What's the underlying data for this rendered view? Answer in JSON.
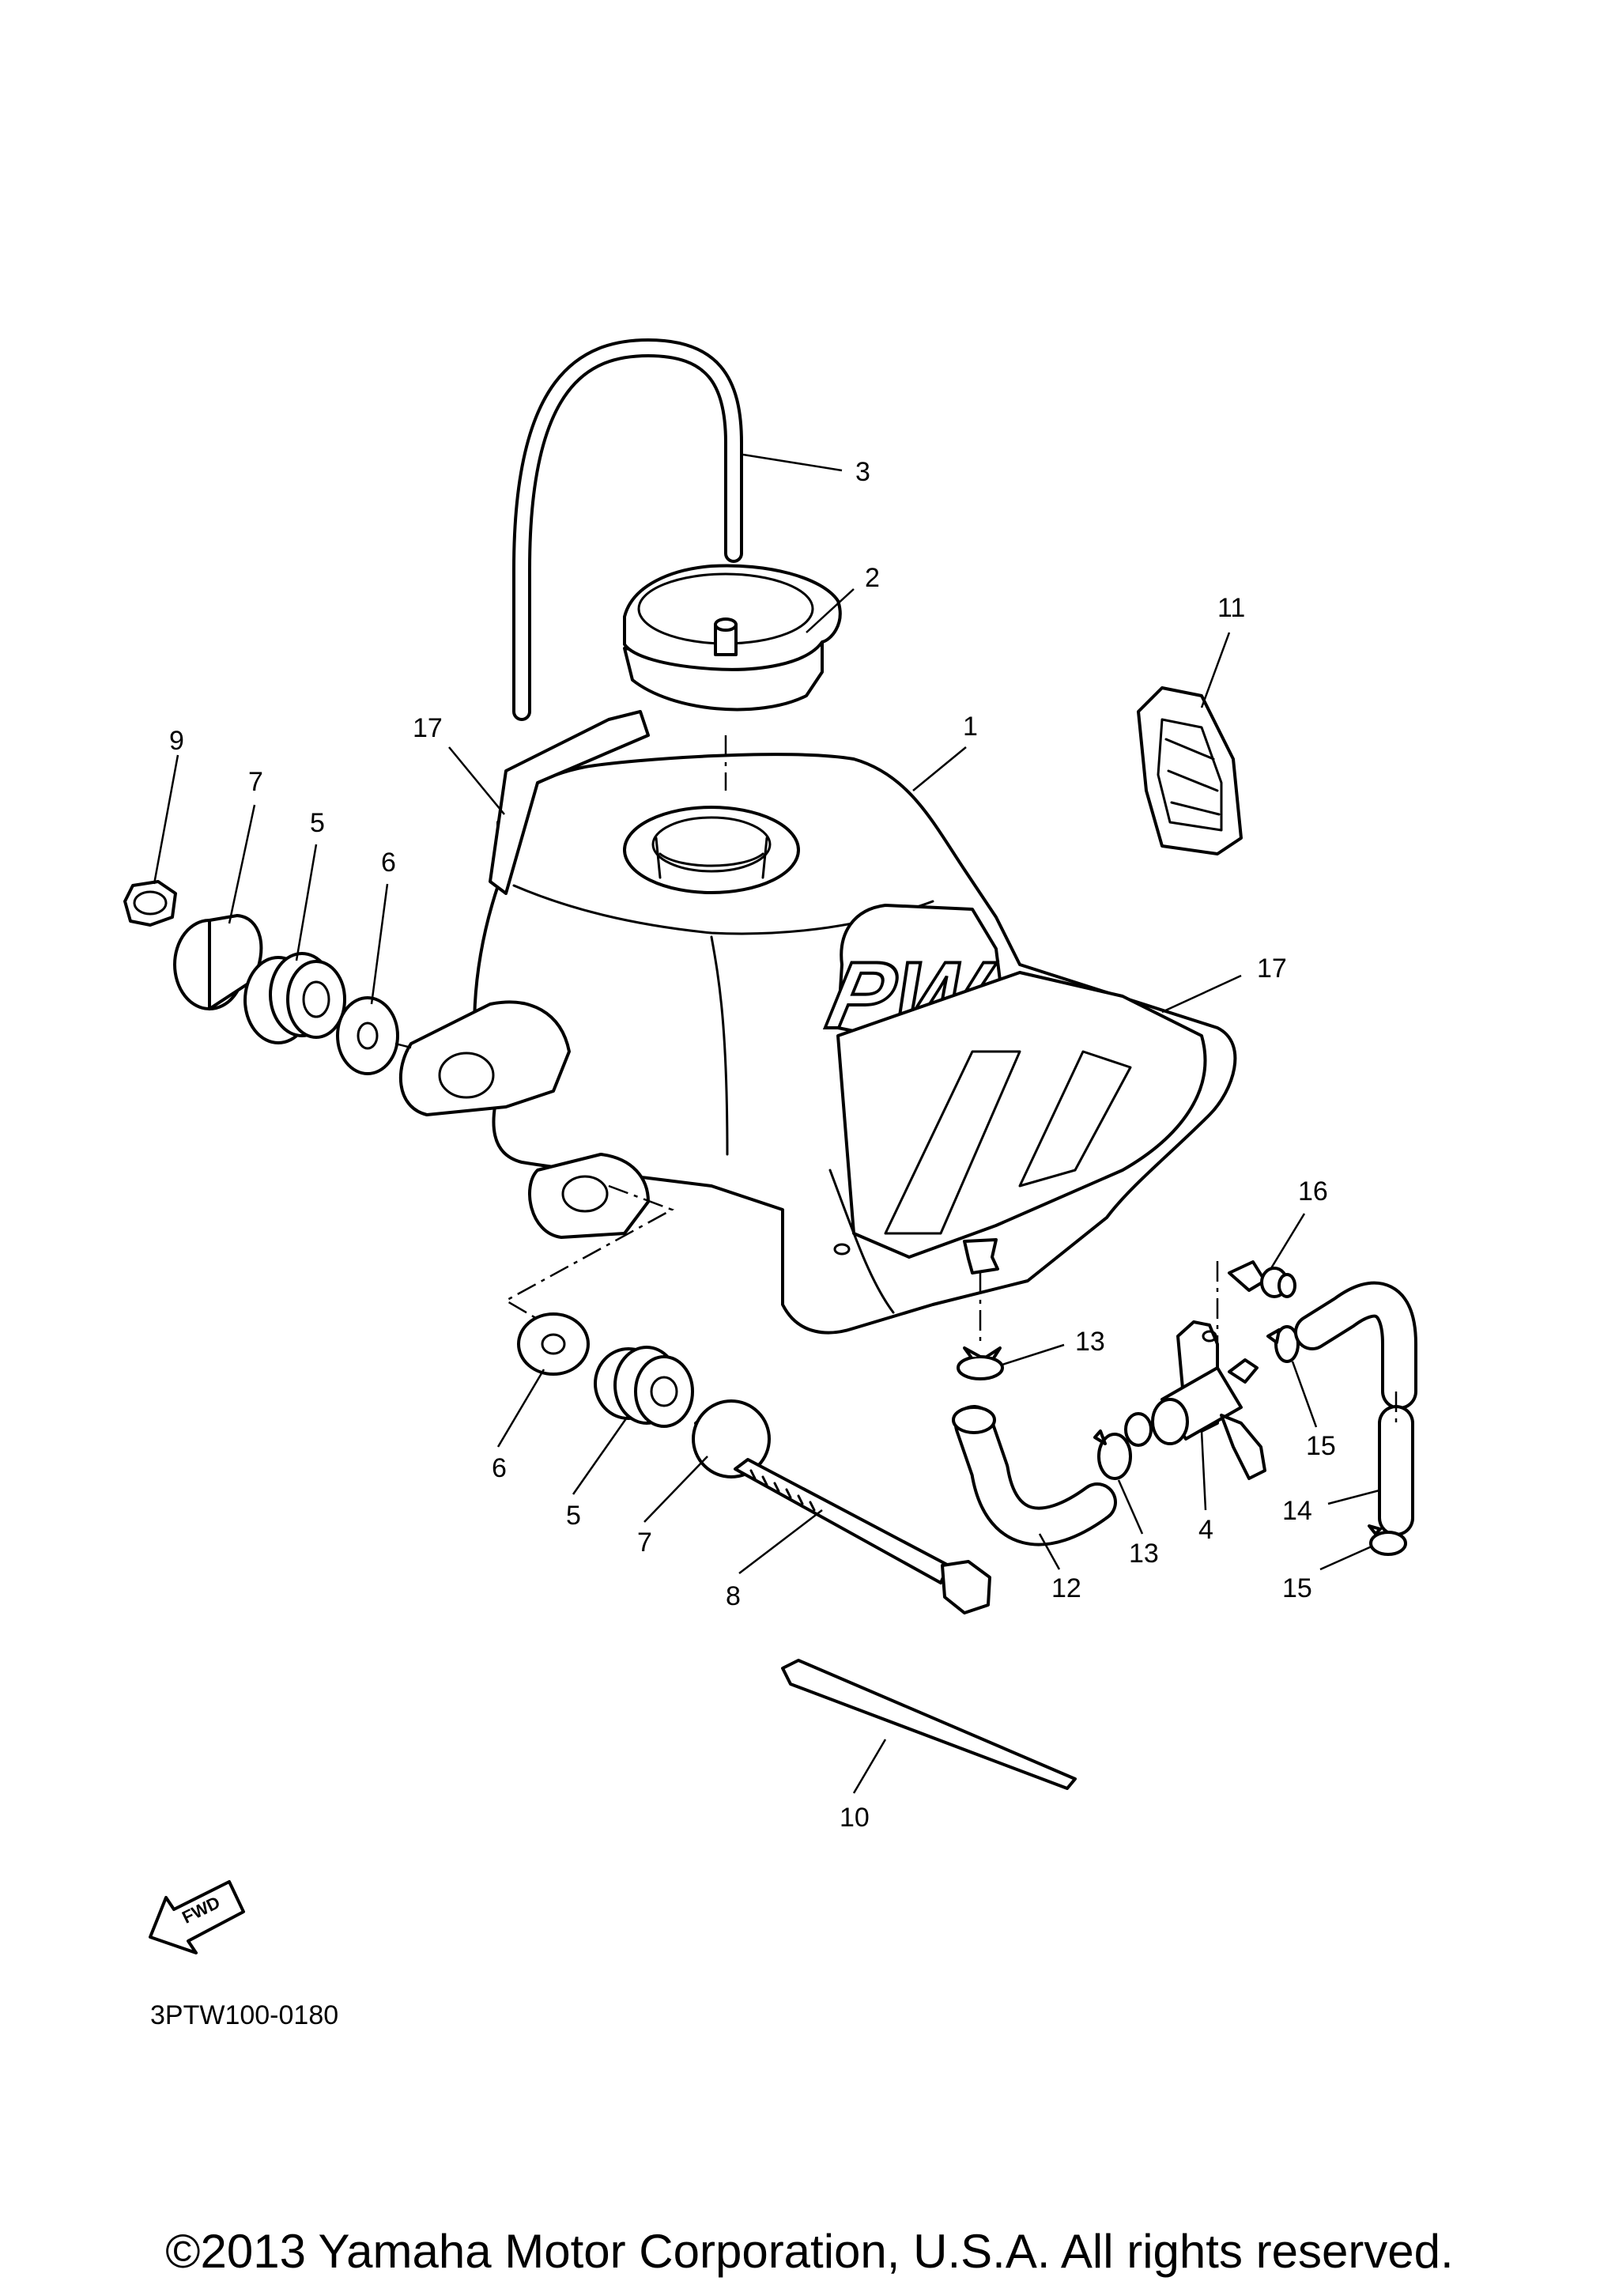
{
  "diagram": {
    "logo_text": "PW",
    "fwd_text": "FWD",
    "drawing_code": "3PTW100-0180",
    "callouts": [
      "3",
      "2",
      "11",
      "9",
      "7",
      "5",
      "6",
      "17",
      "1",
      "17",
      "16",
      "13",
      "6",
      "5",
      "7",
      "8",
      "12",
      "13",
      "4",
      "15",
      "14",
      "15",
      "10"
    ]
  },
  "footer": {
    "copyright": "©2013 Yamaha Motor Corporation, U.S.A. All rights reserved."
  }
}
